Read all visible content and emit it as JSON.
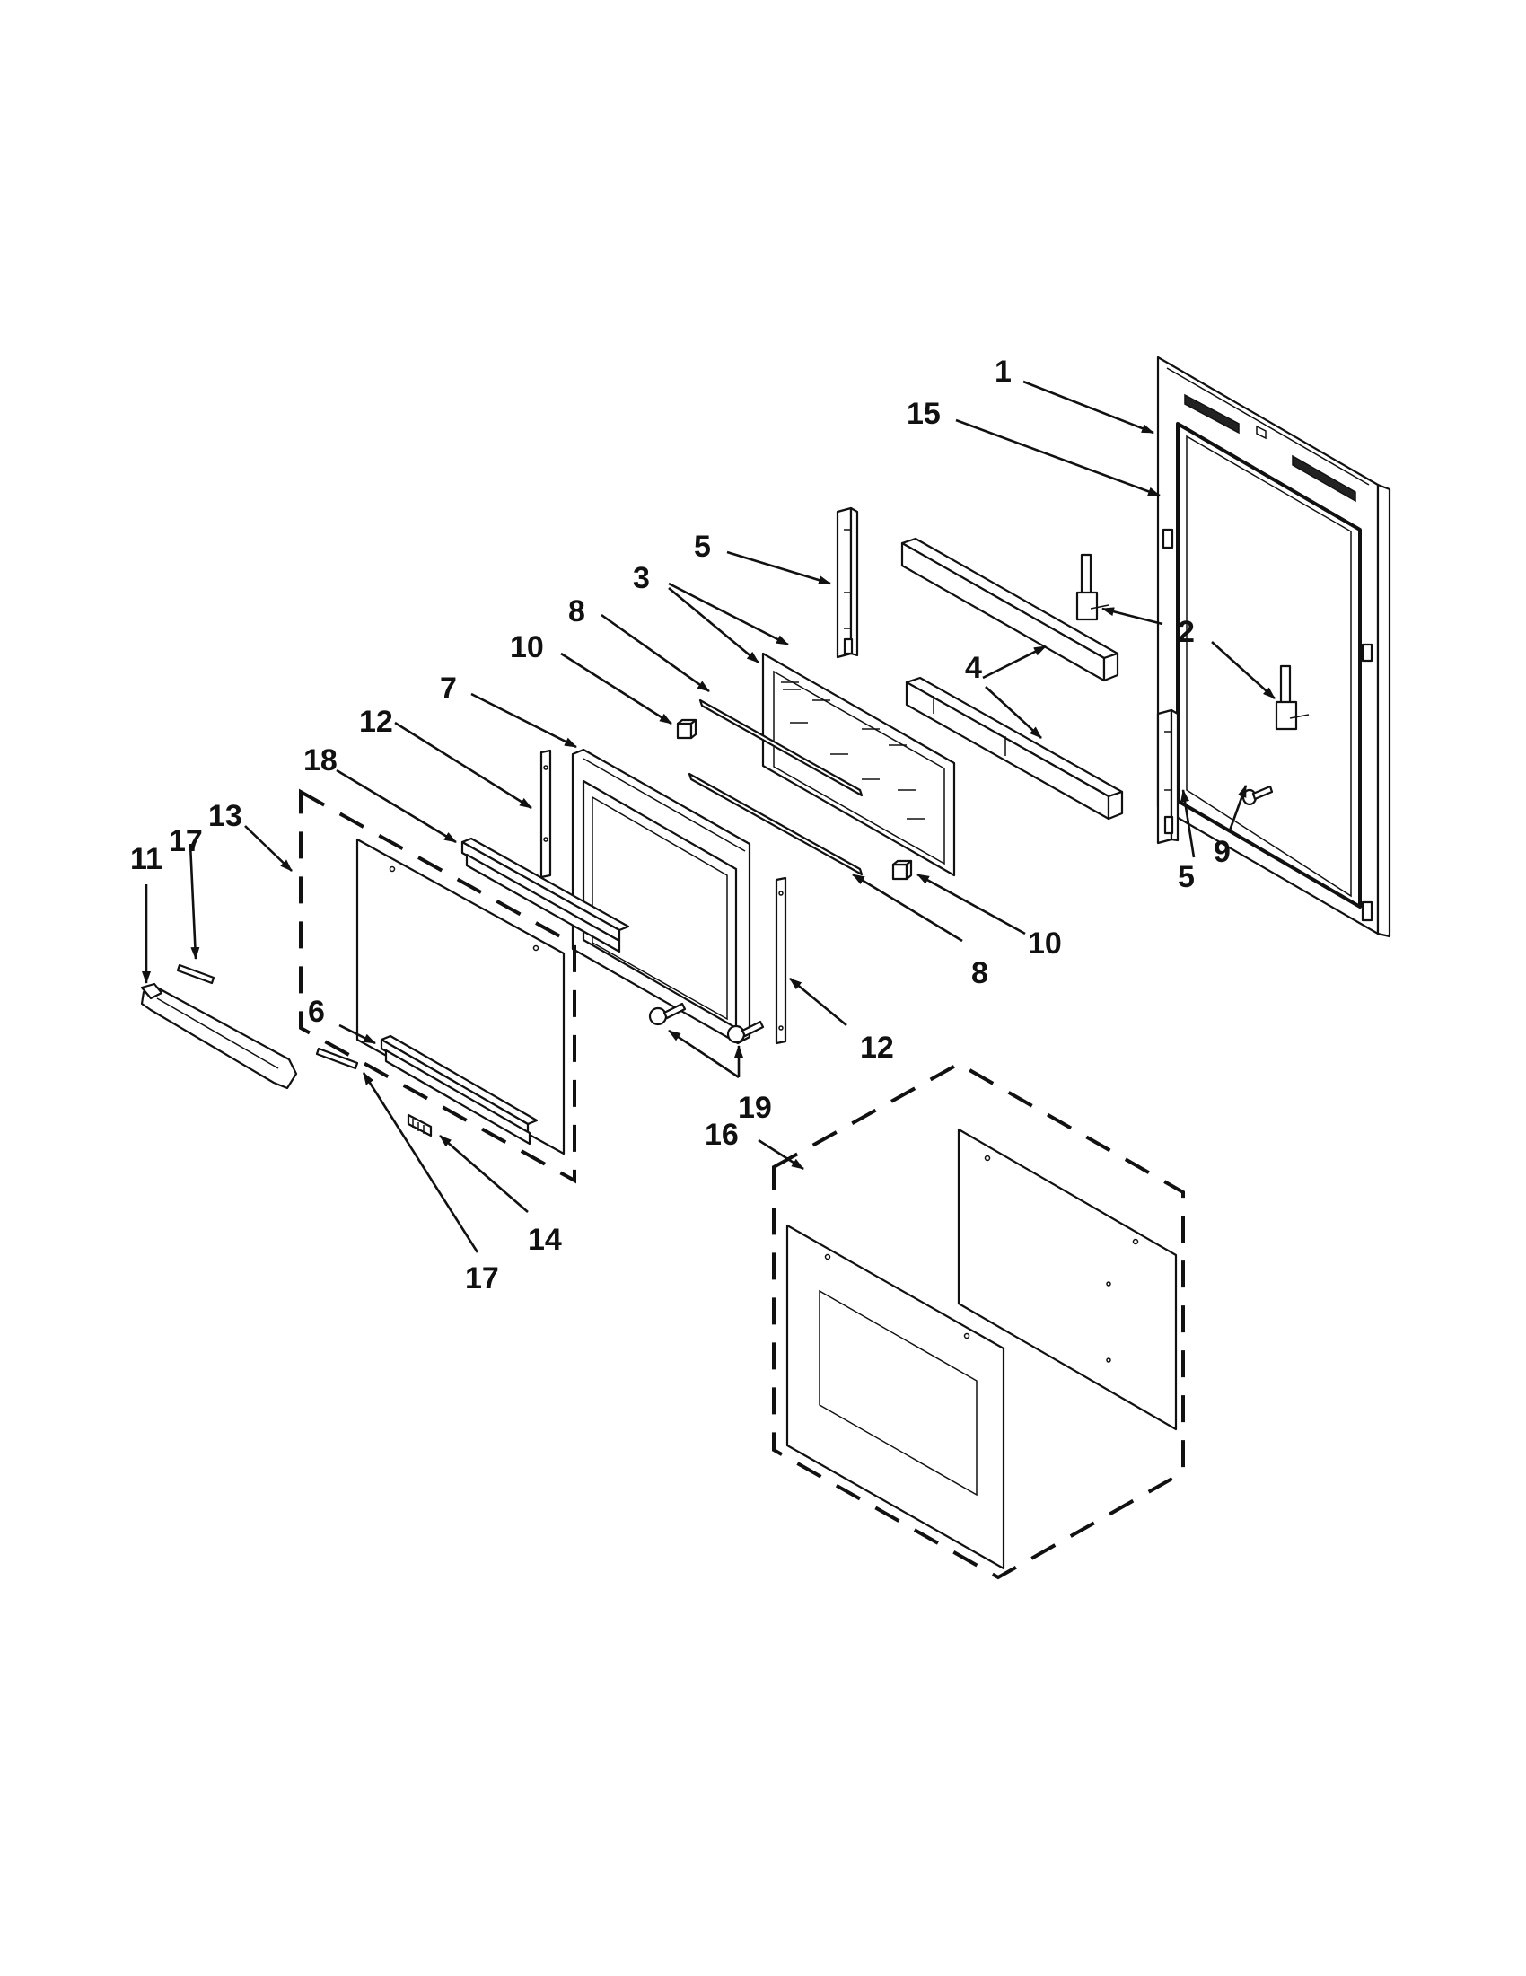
{
  "callouts": [
    {
      "id": "c1",
      "label": "1"
    },
    {
      "id": "c15",
      "label": "15"
    },
    {
      "id": "c5a",
      "label": "5"
    },
    {
      "id": "c3",
      "label": "3"
    },
    {
      "id": "c8a",
      "label": "8"
    },
    {
      "id": "c10a",
      "label": "10"
    },
    {
      "id": "c7",
      "label": "7"
    },
    {
      "id": "c12a",
      "label": "12"
    },
    {
      "id": "c18",
      "label": "18"
    },
    {
      "id": "c13",
      "label": "13"
    },
    {
      "id": "c17a",
      "label": "17"
    },
    {
      "id": "c11",
      "label": "11"
    },
    {
      "id": "c2",
      "label": "2"
    },
    {
      "id": "c4",
      "label": "4"
    },
    {
      "id": "c9",
      "label": "9"
    },
    {
      "id": "c5b",
      "label": "5"
    },
    {
      "id": "c10b",
      "label": "10"
    },
    {
      "id": "c8b",
      "label": "8"
    },
    {
      "id": "c12b",
      "label": "12"
    },
    {
      "id": "c19",
      "label": "19"
    },
    {
      "id": "c6",
      "label": "6"
    },
    {
      "id": "c16",
      "label": "16"
    },
    {
      "id": "c14",
      "label": "14"
    },
    {
      "id": "c17b",
      "label": "17"
    }
  ]
}
